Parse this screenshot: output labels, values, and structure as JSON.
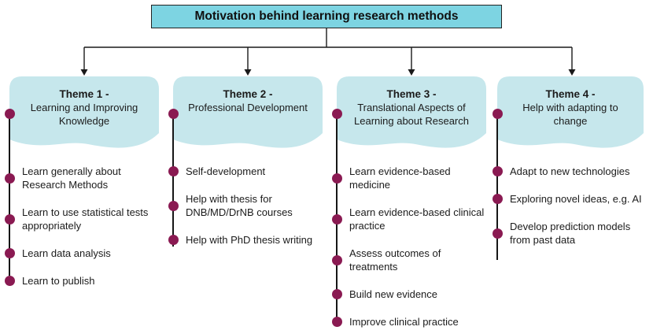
{
  "title": "Motivation behind learning research methods",
  "colors": {
    "title_bg": "#7dd4e2",
    "card_bg": "#c6e7ec",
    "bullet": "#8a1a52",
    "connector": "#1a1a1a"
  },
  "themes": [
    {
      "title": "Theme 1 -",
      "subtitle": "Learning and Improving Knowledge",
      "items": [
        "Learn generally about Research Methods",
        "Learn to use statistical tests appropriately",
        "Learn data analysis",
        "Learn to publish"
      ]
    },
    {
      "title": "Theme 2 -",
      "subtitle": "Professional Development",
      "items": [
        "Self-development",
        "Help with thesis for DNB/MD/DrNB courses",
        "Help with PhD thesis writing"
      ]
    },
    {
      "title": "Theme 3 -",
      "subtitle": "Translational Aspects of Learning about Research",
      "items": [
        "Learn evidence-based medicine",
        "Learn evidence-based clinical practice",
        "Assess outcomes of treatments",
        "Build new evidence",
        "Improve clinical practice"
      ]
    },
    {
      "title": "Theme 4 -",
      "subtitle": "Help with adapting to change",
      "items": [
        "Adapt to new technologies",
        "Exploring novel ideas, e.g. AI",
        "Develop prediction models from past data"
      ]
    }
  ]
}
